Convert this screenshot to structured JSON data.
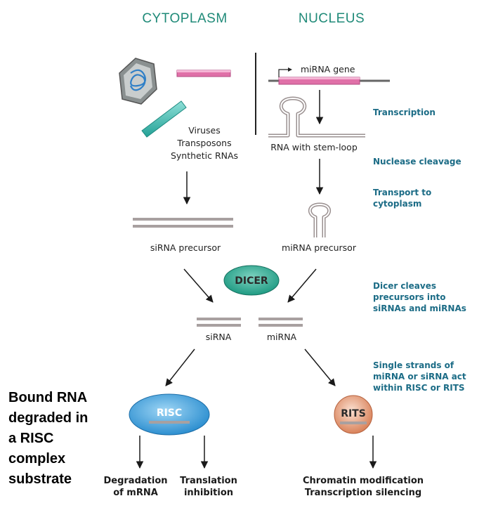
{
  "headers": {
    "cytoplasm": "CYTOPLASM",
    "nucleus": "NUCLEUS"
  },
  "nucleus": {
    "gene_label": "miRNA gene",
    "stem_loop_label": "RNA with stem-loop",
    "precursor_label": "miRNA precursor"
  },
  "cytoplasm": {
    "sources": [
      "Viruses",
      "Transposons",
      "Synthetic RNAs"
    ],
    "precursor_label": "siRNA precursor"
  },
  "steps": {
    "transcription": [
      "Transcription"
    ],
    "nuclease": [
      "Nuclease cleavage"
    ],
    "transport": [
      "Transport to",
      "cytoplasm"
    ],
    "dicer": [
      "Dicer cleaves",
      "precursors into",
      "siRNAs and miRNAs"
    ],
    "single": [
      "Single strands of",
      "miRNA or siRNA act",
      "within RISC or RITS"
    ]
  },
  "complexes": {
    "dicer": "DICER",
    "risc": "RISC",
    "rits": "RITS"
  },
  "small_rnas": {
    "sirna": "siRNA",
    "mirna": "miRNA"
  },
  "outcomes": {
    "degradation": [
      "Degradation",
      "of mRNA"
    ],
    "translation": [
      "Translation",
      "inhibition"
    ],
    "chromatin": [
      "Chromatin modification",
      "Transcription silencing"
    ]
  },
  "side_note": [
    "Bound RNA",
    "degraded in",
    "a RISC",
    "complex",
    "substrate"
  ],
  "colors": {
    "header": "#1f8a78",
    "step_text": "#1c6c86",
    "dicer": "#1e9a82",
    "risc": "#2d9ad6",
    "rits": "#e0906a",
    "rna_pink": "#e070a8",
    "rna_teal": "#2fb5aa",
    "strand_gray": "#a8a0a0"
  }
}
